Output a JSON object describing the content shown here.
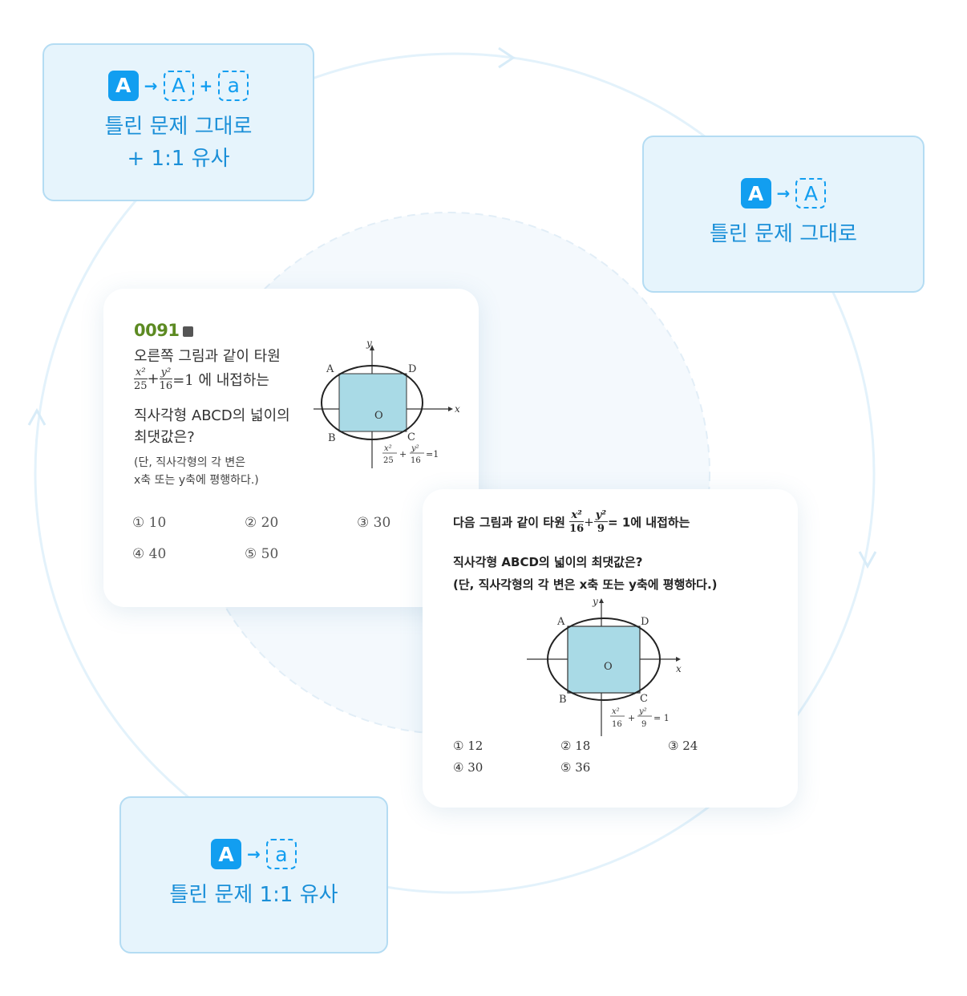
{
  "option_top_left": {
    "badges": [
      "A",
      "→",
      "A",
      "+",
      "a"
    ],
    "line1": "틀린 문제 그대로",
    "line2": "+ 1:1 유사"
  },
  "option_right": {
    "badges": [
      "A",
      "→",
      "A"
    ],
    "line1": "틀린 문제 그대로"
  },
  "option_bottom_left": {
    "badges": [
      "A",
      "→",
      "a"
    ],
    "line1": "틀린 문제 1:1 유사"
  },
  "problem_original": {
    "number": "0091",
    "line1": "오른쪽 그림과 같이 타원",
    "eq_x_num": "x²",
    "eq_x_den": "25",
    "eq_plus": "+",
    "eq_y_num": "y²",
    "eq_y_den": "16",
    "eq_rest": "=1 에 내접하는",
    "line3": "직사각형 ABCD의 넓이의",
    "line4": "최댓값은?",
    "note1": "(단, 직사각형의 각 변은",
    "note2": "x축 또는 y축에 평행하다.)",
    "figure": {
      "A": "A",
      "B": "B",
      "C": "C",
      "D": "D",
      "O": "O",
      "x": "x",
      "y": "y",
      "eq_x_num": "x²",
      "eq_x_den": "25",
      "eq_y_num": "y²",
      "eq_y_den": "16",
      "eq_rest": "=1"
    },
    "choices": [
      "① 10",
      "② 20",
      "③ 30",
      "④ 40",
      "⑤ 50"
    ]
  },
  "problem_similar": {
    "line1_pre": "다음 그림과 같이 타원",
    "eq_x_num": "x²",
    "eq_x_den": "16",
    "eq_plus": "+",
    "eq_y_num": "y²",
    "eq_y_den": "9",
    "eq_rest": "= 1에 내접하는",
    "line2": "직사각형 ABCD의 넓이의 최댓값은?",
    "line3": "(단, 직사각형의 각 변은 x축 또는 y축에 평행하다.)",
    "figure": {
      "A": "A",
      "B": "B",
      "C": "C",
      "D": "D",
      "O": "O",
      "x": "x",
      "y": "y",
      "eq_x_num": "x²",
      "eq_x_den": "16",
      "eq_y_num": "y²",
      "eq_y_den": "9",
      "eq_rest": "= 1"
    },
    "choices": [
      "① 12",
      "② 18",
      "③ 24",
      "④ 30",
      "⑤ 36"
    ]
  },
  "colors": {
    "accent": "#129ef0",
    "box_bg": "#e6f4fc",
    "box_border": "#b4dcf3",
    "rect_fill": "#a9dae6",
    "number_green": "#5c8a22"
  }
}
